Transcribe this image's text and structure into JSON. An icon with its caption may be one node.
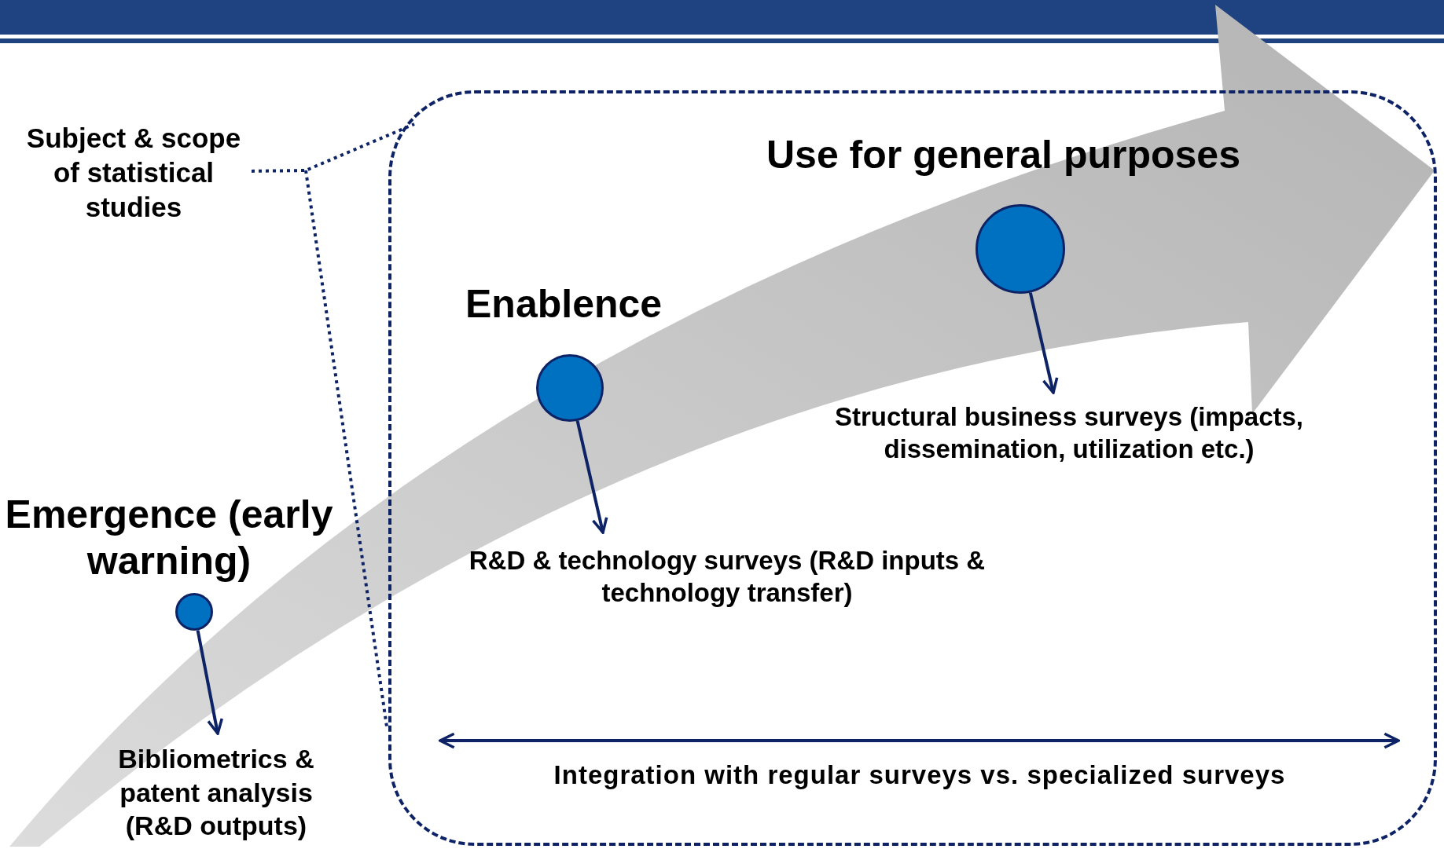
{
  "diagram": {
    "nodes": [
      {
        "text": [
          "Subject & scope of statistical studies"
        ]
      },
      {
        "text": [],
        "shape": "box"
      },
      {
        "text": [],
        "shape": "circle",
        "beside": [
          "Emergence (early warning)"
        ]
      },
      {
        "text": [
          "Bibliometrics & patent analysis (R&D outputs)"
        ]
      },
      {
        "text": [],
        "shape": "circle",
        "in": 1,
        "beside": [
          "Enablence"
        ]
      },
      {
        "text": [
          "R&D & technology surveys (R&D inputs & technology transfer)"
        ],
        "in": 1
      },
      {
        "text": [],
        "shape": "circle",
        "in": 1,
        "beside": [
          "Use for general purposes"
        ]
      },
      {
        "text": [
          "Structural business surveys (impacts, dissemination, utilization etc.)"
        ],
        "in": 1
      }
    ],
    "edges": [
      {
        "from": 0,
        "to": 1,
        "arrow": "none",
        "style": "dashed"
      },
      {
        "from": 2,
        "to": 3,
        "arrow": "to"
      },
      {
        "from": 4,
        "to": 5,
        "arrow": "to"
      },
      {
        "from": 6,
        "to": 7,
        "arrow": "to"
      }
    ],
    "labels": [
      "Integration with regular surveys vs. specialized surveys"
    ]
  }
}
